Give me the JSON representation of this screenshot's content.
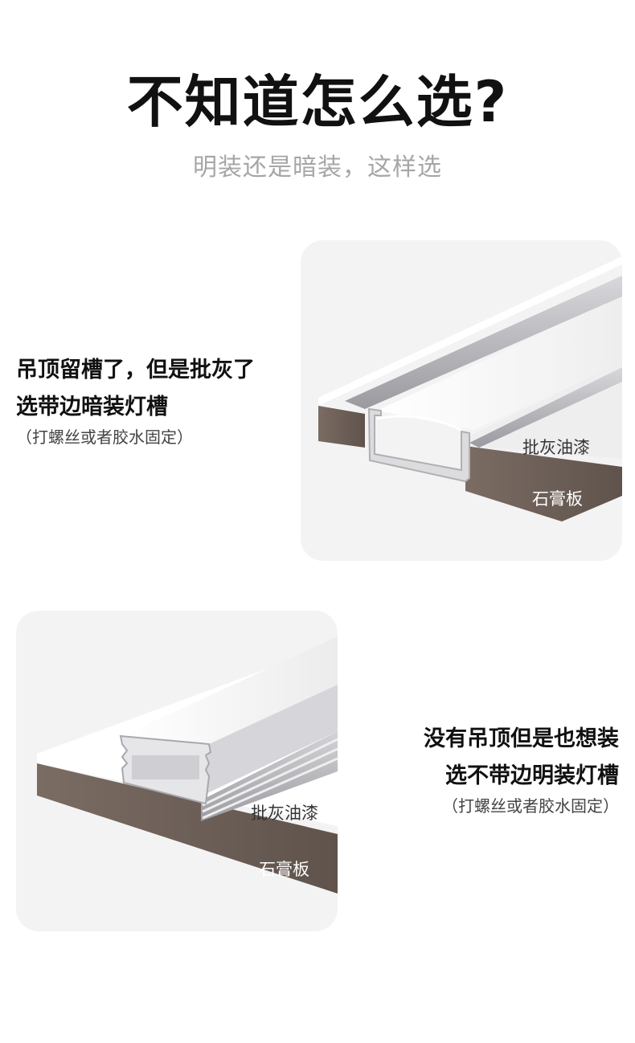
{
  "header": {
    "title": "不知道怎么选?",
    "subtitle": "明装还是暗装，这样选"
  },
  "section_recessed": {
    "line1": "吊顶留槽了，但是批灰了",
    "line2": "选带边暗装灯槽",
    "note": "（打螺丝或者胶水固定）",
    "label_paint": "批灰油漆",
    "label_board": "石膏板"
  },
  "section_surface": {
    "line1": "没有吊顶但是也想装",
    "line2": "选不带边明装灯槽",
    "note": "（打螺丝或者胶水固定）",
    "label_paint": "批灰油漆",
    "label_board": "石膏板"
  },
  "colors": {
    "title": "#111111",
    "subtitle": "#a6a6a6",
    "card_bg": "#f3f3f3",
    "board": "#6f625a",
    "aluminum": "#b4b4b8",
    "diffuser": "#f6f6f6"
  }
}
